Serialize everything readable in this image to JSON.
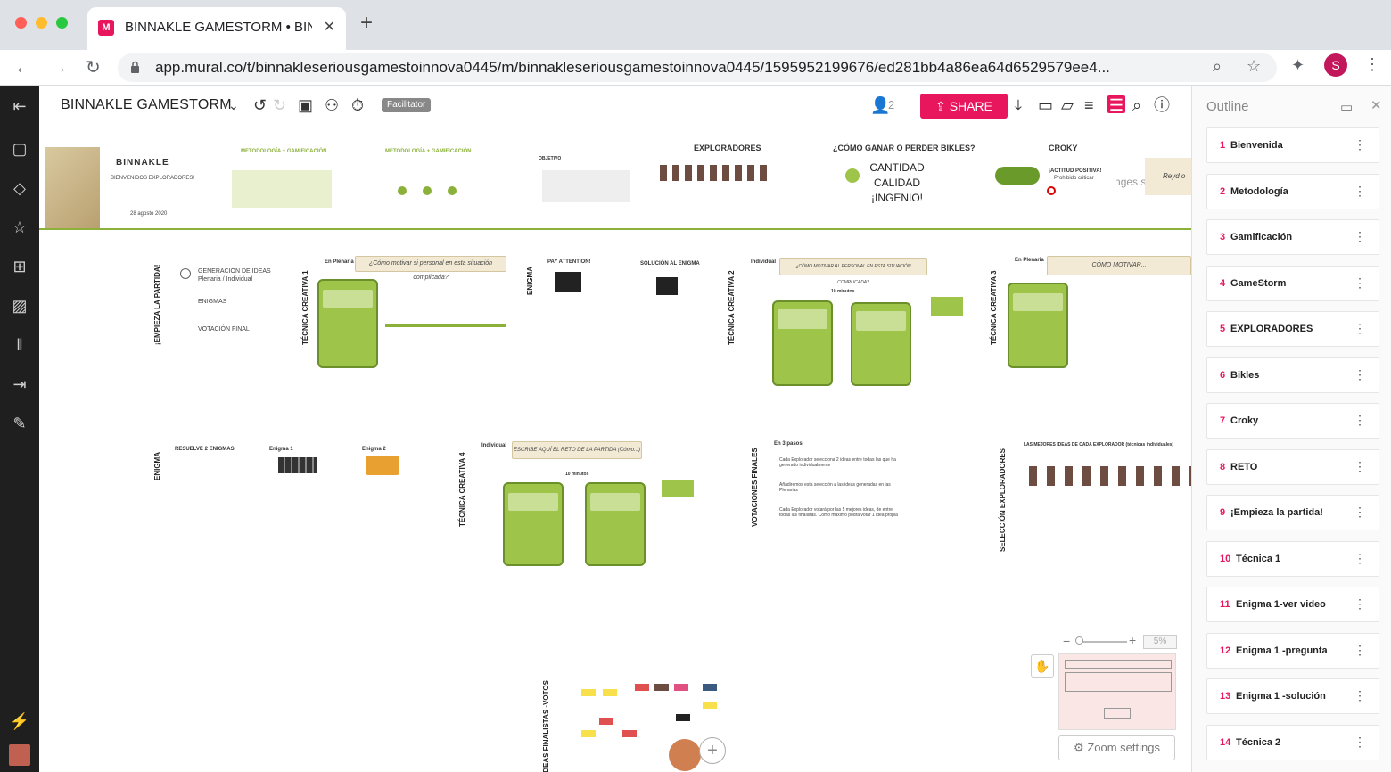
{
  "browser": {
    "tab_title": "BINNAKLE GAMESTORM • BINNAKLE",
    "url": "app.mural.co/t/binnakleseriousgamestoinnova0445/m/binnakleseriousgamestoinnova0445/1595952199676/ed281bb4a86ea64d6529579ee4...",
    "profile_initial": "S",
    "favicon_letter": "M"
  },
  "appbar": {
    "mural_title": "BINNAKLE GAMESTORM",
    "facilitator_label": "Facilitator",
    "user_count": "2",
    "share_label": "SHARE",
    "save_status": "All changes saved"
  },
  "canvas": {
    "top_row": {
      "welcome_brand": "BINNAKLE",
      "welcome_sub": "BIENVENIDOS EXPLORADORES!",
      "welcome_date": "28 agosto 2020",
      "method1_title": "METODOLOGÍA + GAMIFICACIÓN",
      "method2_title": "METODOLOGÍA + GAMIFICACIÓN",
      "gamestorm_objetivo": "OBJETIVO",
      "exploradores_title": "EXPLORADORES",
      "bikles_title": "¿CÓMO GANAR O PERDER BIKLES?",
      "bikles_line1": "CANTIDAD",
      "bikles_line2": "CALIDAD",
      "bikles_line3": "¡INGENIO!",
      "croky_title": "CROKY",
      "croky_sub": "¡ACTITUD POSITIVA!",
      "croky_sub2": "Prohibido criticar",
      "reto_text": "Reyd o"
    },
    "row2": {
      "empieza_title": "¡EMPIEZA LA PARTIDA!",
      "empieza_item1": "GENERACIÓN DE IDEAS",
      "empieza_item1b": "Plenaria / Individual",
      "empieza_item2": "ENIGMAS",
      "empieza_item3": "VOTACIÓN FINAL",
      "tec1_title": "TÉCNICA CREATIVA 1",
      "tec1_mode": "En Plenaria",
      "tec1_banner": "¿Cómo motivar si personal en esta situación complicada?",
      "enigma_title": "ENIGMA",
      "enigma_pay": "PAY ATTENTION!",
      "enigma_sol": "SOLUCIÓN AL ENIGMA",
      "tec2_title": "TÉCNICA CREATIVA 2",
      "tec2_mode": "Individual",
      "tec2_banner": "¿CÓMO MOTIVAR AL PERSONAL EN ESTA SITUACIÓN COMPLICADA?",
      "tec2_time": "10 minutos",
      "tec3_title": "TÉCNICA CREATIVA 3",
      "tec3_mode": "En Plenaria",
      "tec3_banner": "CÓMO MOTIVAR..."
    },
    "row3": {
      "enigma2_title": "ENIGMA",
      "enigma2_resuelve": "RESUELVE 2 ENIGMAS",
      "enigma2_e1": "Enigma 1",
      "enigma2_e2": "Enigma 2",
      "tec4_title": "TÉCNICA CREATIVA 4",
      "tec4_mode": "Individual",
      "tec4_banner": "ESCRIBE AQUÍ EL RETO DE LA PARTIDA (Cómo...)",
      "tec4_time": "10 minutos",
      "vot_title": "VOTACIONES FINALES",
      "vot_pasos": "En 3 pasos",
      "vot_step1": "Cada Explorador selecciona 2 ideas entre todas las que ha generado individualmente",
      "vot_step2": "Añadiremos esta selección a las ideas generadas en las Plenarias",
      "vot_step3": "Cada Explorador votará por las 5 mejores ideas, de entre todas las finalistas. Como máximo podrá votar 1 idea propia",
      "sel_title": "SELECCIÓN EXPLORADORES",
      "sel_header": "LAS MEJORES IDEAS DE CADA EXPLORADOR (técnicas individuales)"
    },
    "row4": {
      "finalistas_title": "IDEAS FINALISTAS -VOTOS"
    },
    "zoom_level": "5%",
    "zoom_settings": "Zoom settings"
  },
  "outline": {
    "title": "Outline",
    "items": [
      {
        "num": "1",
        "label": "Bienvenida"
      },
      {
        "num": "2",
        "label": "Metodología"
      },
      {
        "num": "3",
        "label": "Gamificación"
      },
      {
        "num": "4",
        "label": "GameStorm"
      },
      {
        "num": "5",
        "label": "EXPLORADORES"
      },
      {
        "num": "6",
        "label": "Bikles"
      },
      {
        "num": "7",
        "label": "Croky"
      },
      {
        "num": "8",
        "label": "RETO"
      },
      {
        "num": "9",
        "label": "¡Empieza la partida!"
      },
      {
        "num": "10",
        "label": "Técnica 1"
      },
      {
        "num": "11",
        "label": "Enigma 1-ver video"
      },
      {
        "num": "12",
        "label": "Enigma 1 -pregunta"
      },
      {
        "num": "13",
        "label": "Enigma 1 -solución"
      },
      {
        "num": "14",
        "label": "Técnica 2"
      }
    ]
  },
  "colors": {
    "brand": "#e8175d",
    "accent_green": "#8bb13a",
    "card_green": "#9ec54a",
    "sidebar_dark": "#1f1f1f"
  }
}
